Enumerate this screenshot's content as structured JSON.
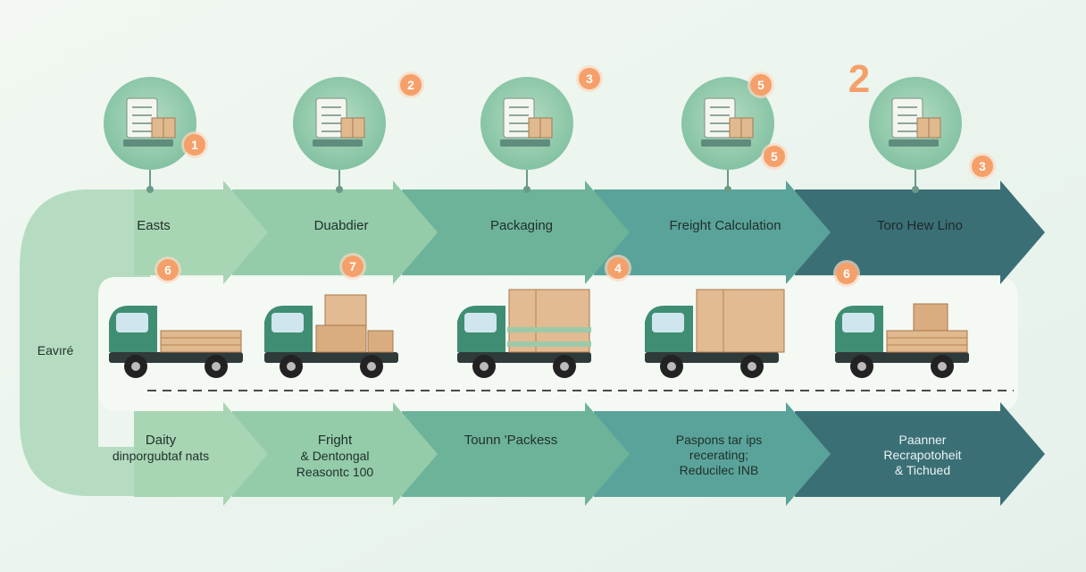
{
  "side_label": "Eavıré",
  "colors": {
    "background": "#eef6ee",
    "light_green": "#a8d5b3",
    "mid_green": "#6db39a",
    "teal": "#4a8f8a",
    "dark_teal": "#3b6f76",
    "badge_orange": "#f5a06a",
    "cargo_tan": "#e0b98f",
    "truck_green": "#3f8e73"
  },
  "top_stages": [
    {
      "label": "Easts",
      "icon": "document-stack-icon",
      "badge": "1"
    },
    {
      "label": "Duabdier",
      "icon": "scanner-cart-icon",
      "badge": "2"
    },
    {
      "label": "Packaging",
      "icon": "package-clock-icon",
      "badge": "3"
    },
    {
      "label": "Freight Calculation",
      "icon": "invoice-calculator-icon",
      "badge": "5",
      "badge2": "5"
    },
    {
      "label": "Toro Hew Lino",
      "icon": "parcel-phone-icon",
      "badge": "3",
      "badge_big": "2"
    }
  ],
  "trucks": [
    {
      "badge": "6",
      "icon": "flatbed-truck-icon"
    },
    {
      "badge": "7",
      "icon": "stacked-boxes-truck-icon"
    },
    {
      "badge": "4",
      "icon": "crate-truck-icon"
    },
    {
      "badge": "",
      "icon": "box-truck-icon"
    },
    {
      "badge": "6",
      "icon": "cargo-truck-icon"
    }
  ],
  "bottom_stages": [
    {
      "lines": [
        "Daity",
        "dinporgubtaf nats"
      ]
    },
    {
      "lines": [
        "Fright",
        "& Dentongal",
        "Reasontc 100"
      ]
    },
    {
      "lines": [
        "Tounn 'Packess"
      ]
    },
    {
      "lines": [
        "Paspons tar ips",
        "recerating;",
        "Reducilec INB"
      ]
    },
    {
      "lines": [
        "Paanner",
        "Recrapotoheit",
        "& Tichued"
      ]
    }
  ]
}
